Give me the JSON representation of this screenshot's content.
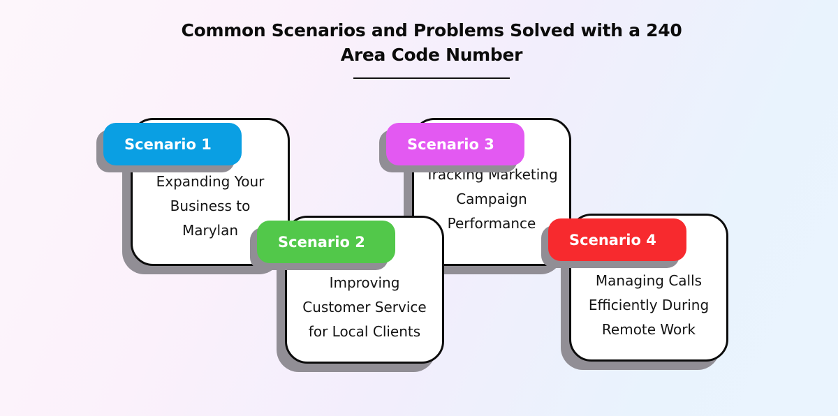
{
  "title": {
    "line1": "Common Scenarios and Problems Solved with a 240",
    "line2": "Area Code Number"
  },
  "colors": {
    "scenario1": "#0a9fe3",
    "scenario2": "#52c84a",
    "scenario3": "#e359f2",
    "scenario4": "#f72a2e"
  },
  "scenarios": [
    {
      "label": "Scenario 1",
      "lines": [
        "Expanding Your",
        "Business to",
        "Marylan"
      ]
    },
    {
      "label": "Scenario 2",
      "lines": [
        "Improving",
        "Customer Service",
        "for Local Clients"
      ]
    },
    {
      "label": "Scenario 3",
      "lines": [
        "Tracking Marketing",
        "Campaign",
        "Performance"
      ]
    },
    {
      "label": "Scenario 4",
      "lines": [
        "Managing Calls",
        "Efficiently During",
        "Remote Work"
      ]
    }
  ]
}
